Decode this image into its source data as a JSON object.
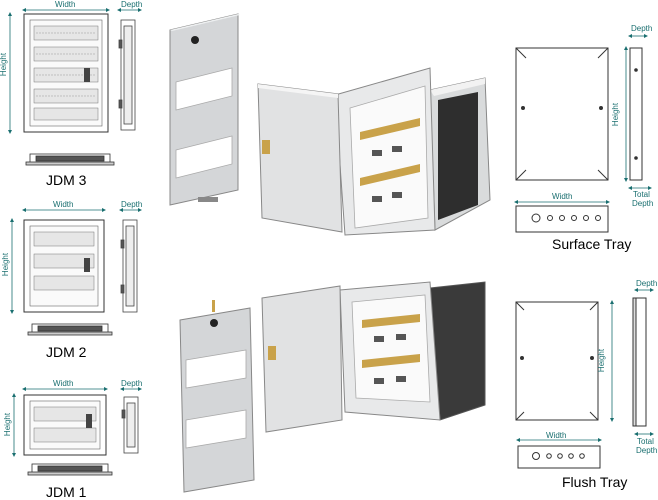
{
  "jdm3": {
    "title": "JDM 3",
    "width": "Width",
    "height": "Height",
    "depth": "Depth"
  },
  "jdm2": {
    "title": "JDM 2",
    "width": "Width",
    "height": "Height",
    "depth": "Depth"
  },
  "jdm1": {
    "title": "JDM 1",
    "width": "Width",
    "height": "Height",
    "depth": "Depth"
  },
  "surface_tray": {
    "title": "Surface Tray",
    "width": "Width",
    "height": "Height",
    "depth": "Depth",
    "total_depth": [
      "Total",
      "Depth"
    ]
  },
  "flush_tray": {
    "title": "Flush Tray",
    "width": "Width",
    "height": "Height",
    "depth": "Depth",
    "total_depth": [
      "Total",
      "Depth"
    ]
  },
  "colors": {
    "dimension": "#1a6f70",
    "panel": "#d4d6d8",
    "busbar": "#c9a24a",
    "insulation": "#3a3a3a"
  }
}
